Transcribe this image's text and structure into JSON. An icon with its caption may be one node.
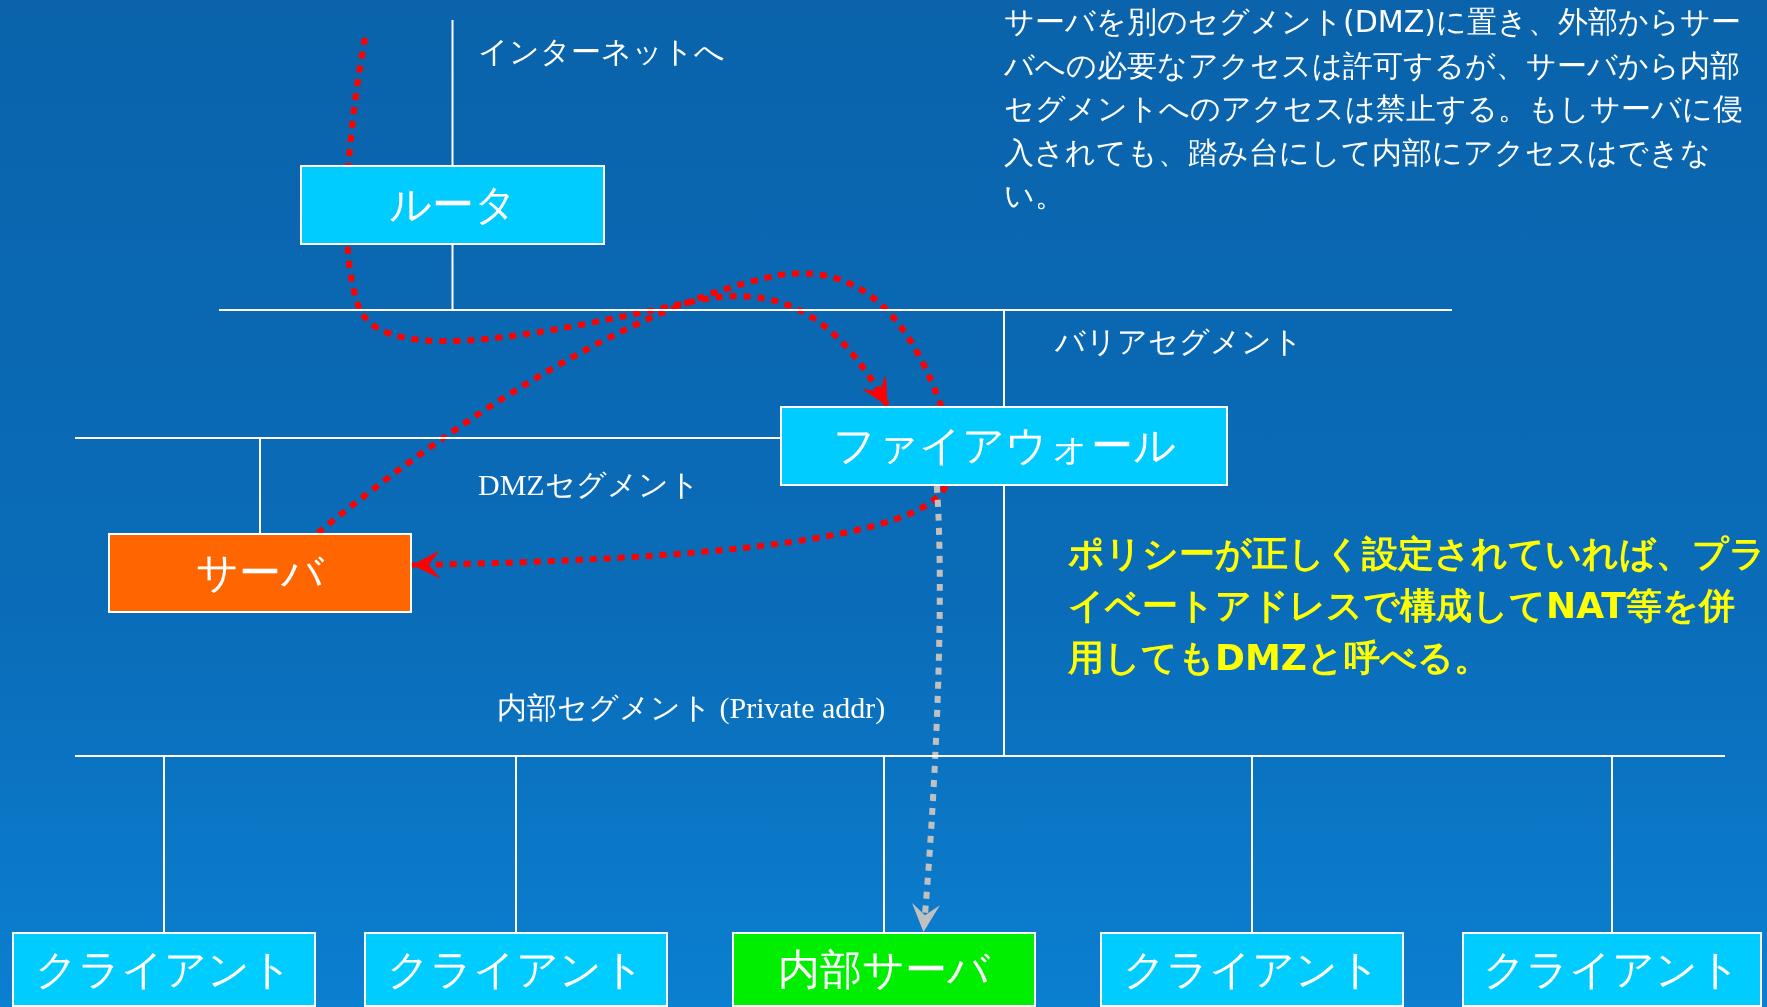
{
  "diagram": {
    "nodes": [
      {
        "text": [
          "ルータ"
        ]
      },
      {
        "text": [
          "ファイアウォール"
        ]
      },
      {
        "text": [
          "サーバ"
        ]
      },
      {
        "text": [
          "クライアント"
        ]
      },
      {
        "text": [
          "クライアント"
        ]
      },
      {
        "text": [
          "内部サーバ"
        ]
      },
      {
        "text": [
          "クライアント"
        ]
      },
      {
        "text": [
          "クライアント"
        ]
      },
      {
        "text": [],
        "shape": "bar",
        "beside": [
          "バリアセグメント"
        ]
      },
      {
        "text": [],
        "shape": "bar",
        "beside": [
          "DMZセグメント"
        ]
      },
      {
        "text": [],
        "shape": "bar",
        "beside": [
          "内部セグメント (Private addr)"
        ]
      }
    ],
    "edges": [
      {
        "from": 0,
        "to": null,
        "arrow": "none",
        "label": "インターネットへ"
      },
      {
        "from": 0,
        "to": 8,
        "arrow": "none"
      },
      {
        "from": 8,
        "to": 1,
        "arrow": "none"
      },
      {
        "from": 9,
        "to": 1,
        "arrow": "none"
      },
      {
        "from": 9,
        "to": 2,
        "arrow": "none"
      },
      {
        "from": 1,
        "to": 10,
        "arrow": "none"
      },
      {
        "from": 10,
        "to": 3,
        "arrow": "none"
      },
      {
        "from": 10,
        "to": 4,
        "arrow": "none"
      },
      {
        "from": 10,
        "to": 5,
        "arrow": "none"
      },
      {
        "from": 10,
        "to": 6,
        "arrow": "none"
      },
      {
        "from": 10,
        "to": 7,
        "arrow": "none"
      },
      {
        "from": null,
        "to": 1,
        "arrow": "to",
        "style": "dashed",
        "color": "#ff0000"
      },
      {
        "from": 2,
        "to": 1,
        "arrow": "none",
        "style": "dashed",
        "color": "#ff0000"
      },
      {
        "from": 1,
        "to": 2,
        "arrow": "to",
        "style": "dashed",
        "color": "#ff0000"
      },
      {
        "from": 1,
        "to": 5,
        "arrow": "to",
        "style": "dashed",
        "color": "#c0c0c0"
      }
    ],
    "labels": [
      "サーバを別のセグメント(DMZ)に置き、外部からサーバへの必要なアクセスは許可するが、サーバから内部セグメントへのアクセスは禁止する。もしサーバに侵入されても、踏み台にして内部にアクセスはできない。",
      "ポリシーが正しく設定されていれば、プライベートアドレスで構成してNAT等を併用してもDMZと呼べる。"
    ]
  }
}
